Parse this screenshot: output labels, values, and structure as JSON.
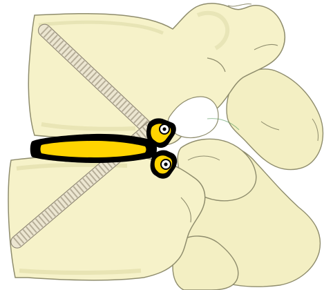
{
  "illustration": {
    "colors": {
      "background": "#ffffff",
      "bone_fill": "#f5f1c8",
      "bone_fill_light": "#fbf9e3",
      "bone_shadow": "#d9d7a6",
      "bone_outline": "#8e8c6c",
      "screw_fill": "#e9e3cf",
      "screw_thread": "#b3ab95",
      "screw_outline": "#8c8472",
      "implant_yellow": "#ffd400",
      "implant_black": "#000000",
      "implant_white": "#ffffff"
    },
    "parts": [
      "upper-vertebra",
      "lower-vertebra",
      "facet-joint-complex",
      "upper-pedicle-screw",
      "lower-pedicle-screw",
      "interbody-spacer",
      "upper-screw-head",
      "lower-screw-head"
    ]
  }
}
